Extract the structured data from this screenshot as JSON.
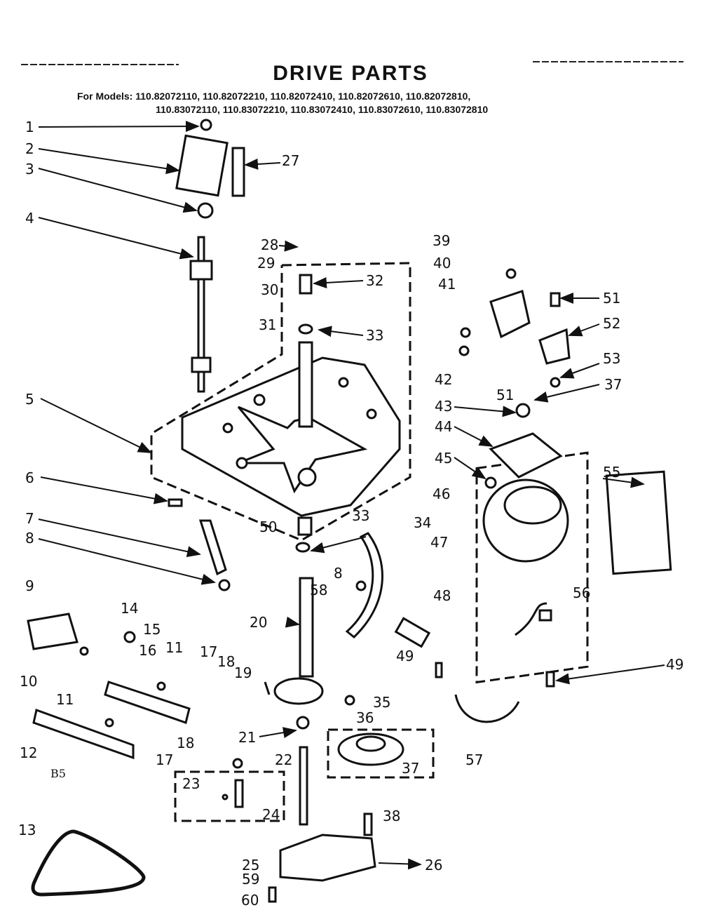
{
  "title": "DRIVE PARTS",
  "models": {
    "prefix": "For Models:",
    "line1": "110.82072110, 110.82072210, 110.82072410, 110.82072610, 110.82072810,",
    "line2": "110.83072110, 110.83072210, 110.83072410, 110.83072610, 110.83072810"
  },
  "figure_code": "B5",
  "callouts": [
    "1",
    "2",
    "3",
    "4",
    "5",
    "6",
    "7",
    "8",
    "8",
    "9",
    "10",
    "11",
    "11",
    "12",
    "13",
    "14",
    "15",
    "16",
    "17",
    "17",
    "18",
    "18",
    "19",
    "20",
    "21",
    "22",
    "23",
    "24",
    "25",
    "26",
    "27",
    "28",
    "29",
    "30",
    "31",
    "32",
    "33",
    "33",
    "34",
    "35",
    "36",
    "37",
    "37",
    "38",
    "39",
    "40",
    "41",
    "42",
    "43",
    "44",
    "45",
    "46",
    "47",
    "48",
    "49",
    "49",
    "50",
    "51",
    "51",
    "52",
    "53",
    "55",
    "56",
    "57",
    "58",
    "59",
    "60"
  ]
}
